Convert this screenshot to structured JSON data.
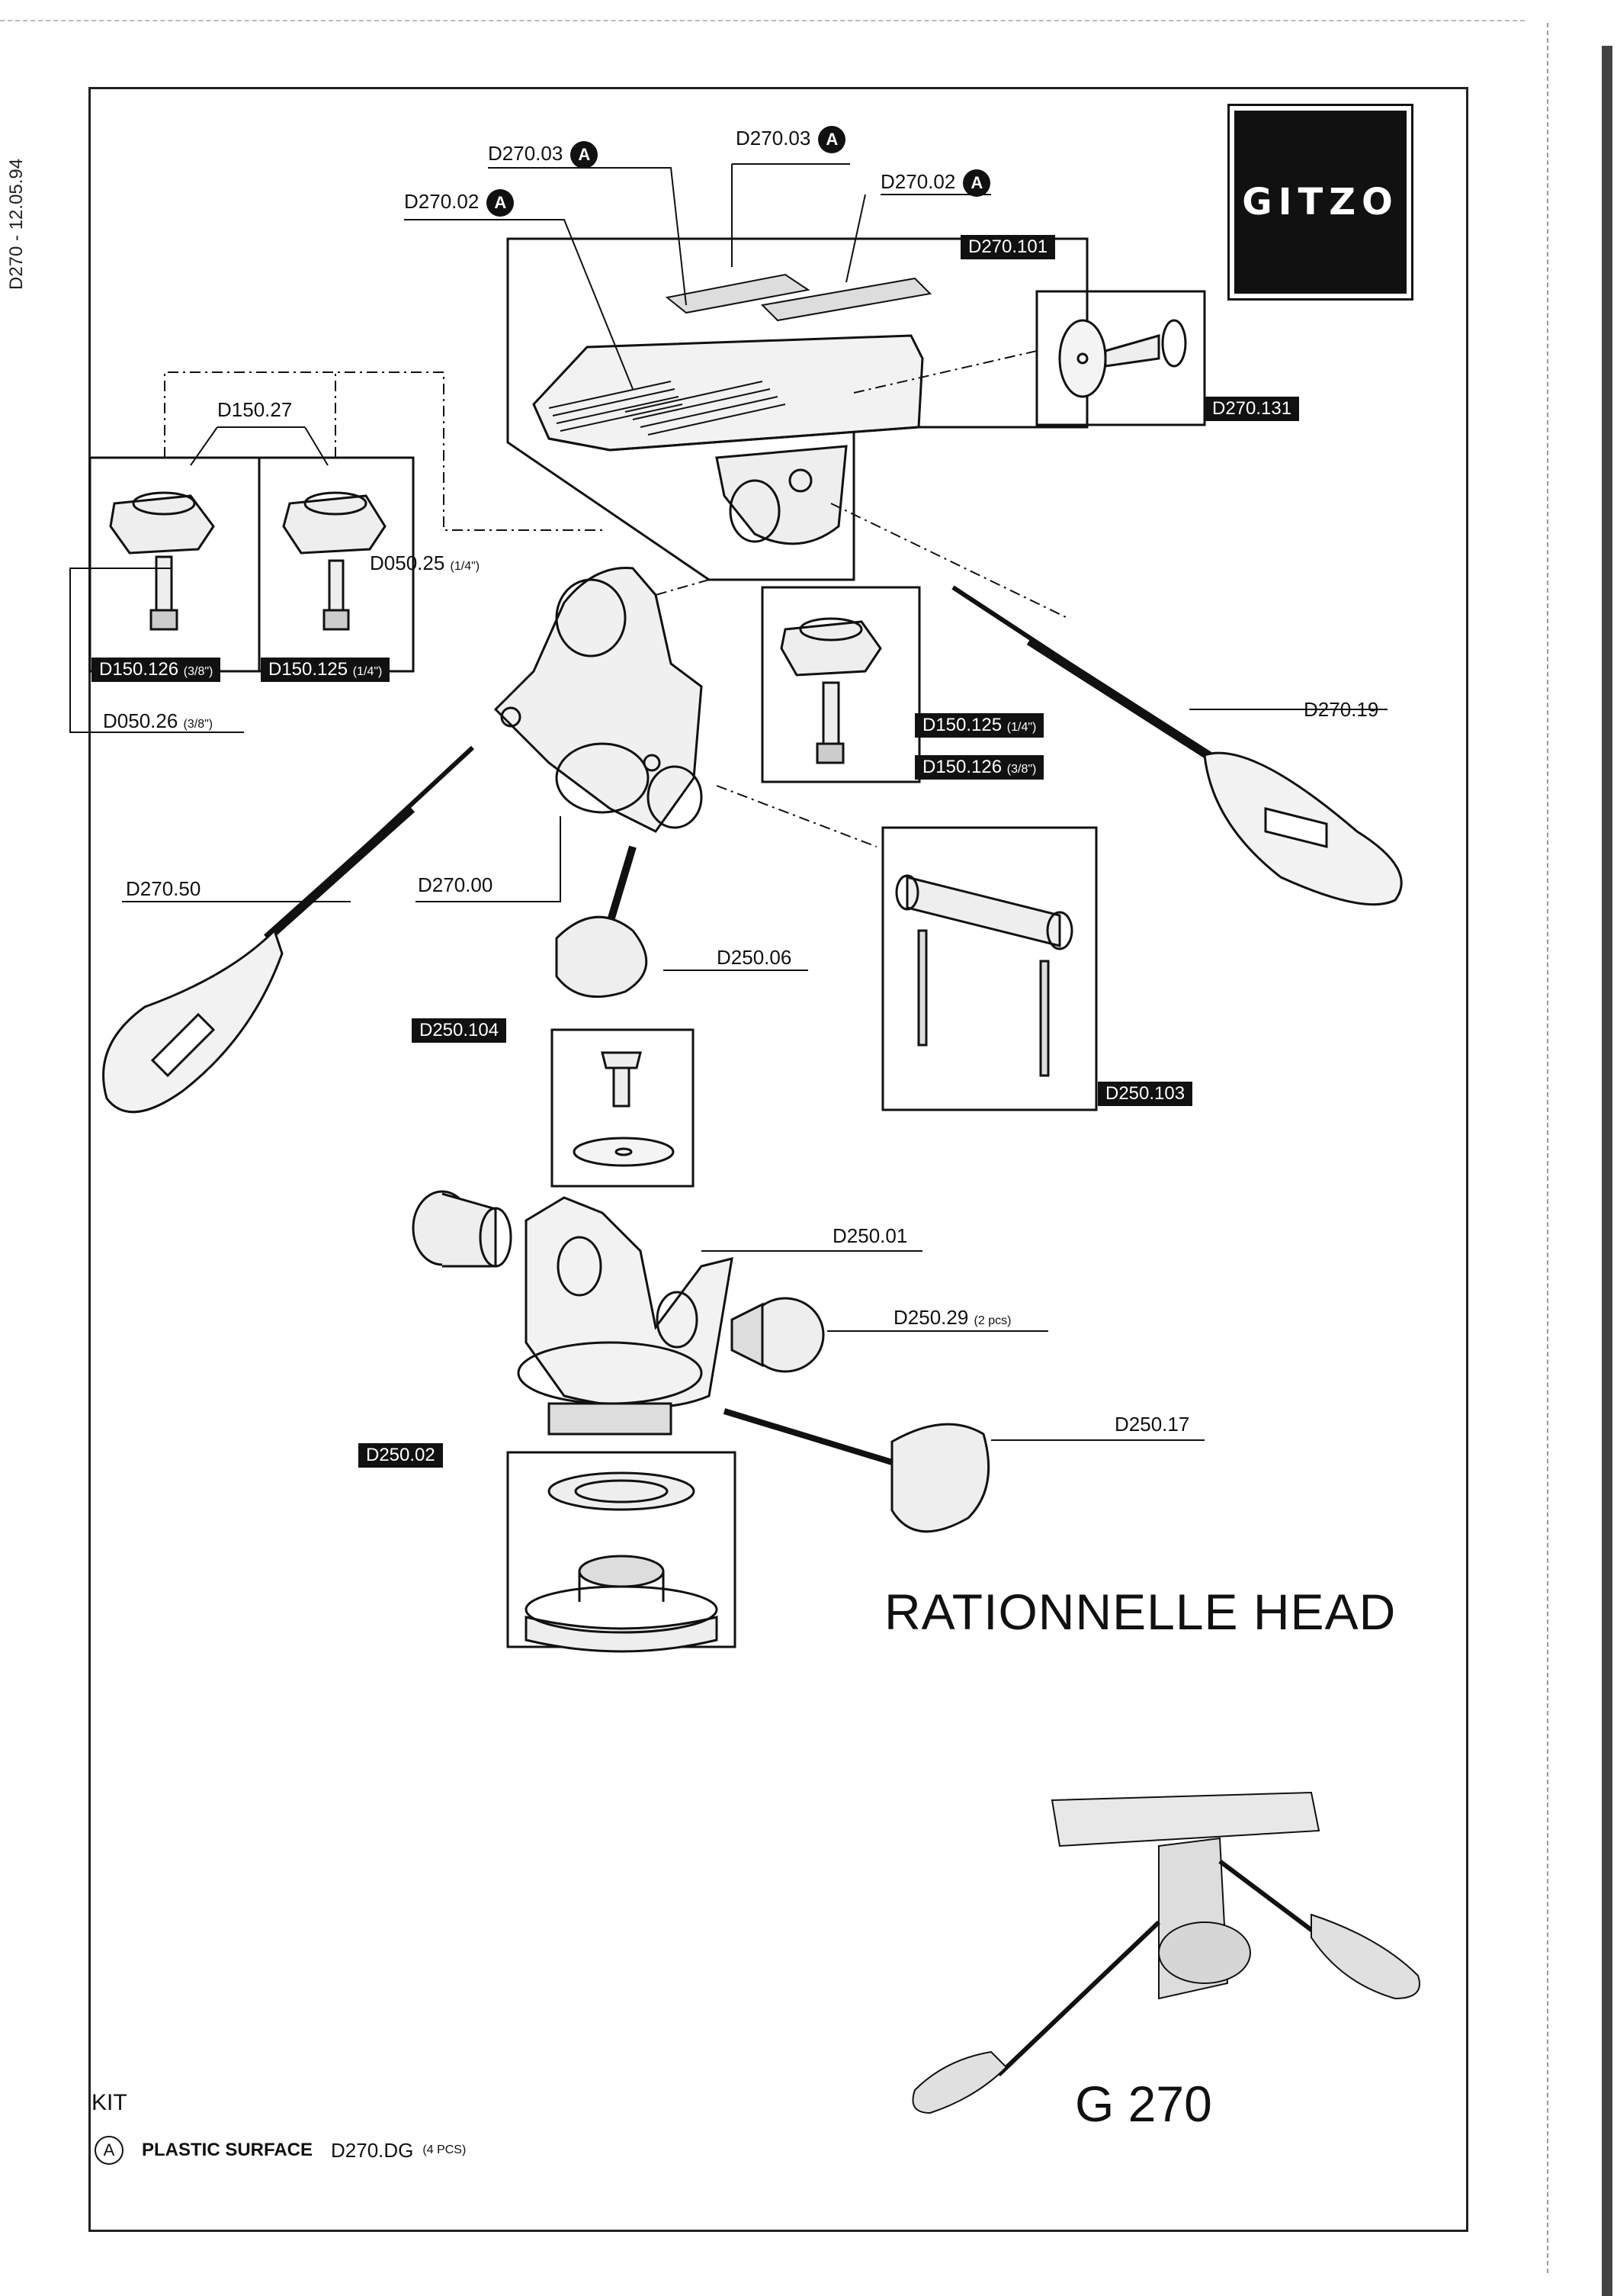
{
  "doc_code": "D270 - 12.05.94",
  "brand": "GITZO",
  "title": "RATIONNELLE HEAD",
  "model": "G 270",
  "kit": {
    "heading": "KIT",
    "marker": "A",
    "description": "PLASTIC SURFACE",
    "code": "D270.DG",
    "qty": "(4 PCS)"
  },
  "callouts": {
    "d270_03_a": "D270.03",
    "d270_03_b": "D270.03",
    "d270_02_a": "D270.02",
    "d270_02_b": "D270.02",
    "d150_27": "D150.27",
    "d050_25": "D050.25",
    "d050_25_size": "(1/4\")",
    "d050_26": "D050.26",
    "d050_26_size": "(3/8\")",
    "d270_19": "D270.19",
    "d270_50": "D270.50",
    "d270_00": "D270.00",
    "d250_06": "D250.06",
    "d250_01": "D250.01",
    "d250_29": "D250.29",
    "d250_29_qty": "(2 pcs)",
    "d250_17": "D250.17",
    "badge": "A"
  },
  "tags": {
    "d270_101": "D270.101",
    "d270_131": "D270.131",
    "d150_126_left": "D150.126",
    "d150_126_left_size": "(3/8\")",
    "d150_125_left": "D150.125",
    "d150_125_left_size": "(1/4\")",
    "d150_125_center": "D150.125",
    "d150_125_center_size": "(1/4\")",
    "d150_126_center": "D150.126",
    "d150_126_center_size": "(3/8\")",
    "d250_104": "D250.104",
    "d250_103": "D250.103",
    "d250_02": "D250.02"
  }
}
